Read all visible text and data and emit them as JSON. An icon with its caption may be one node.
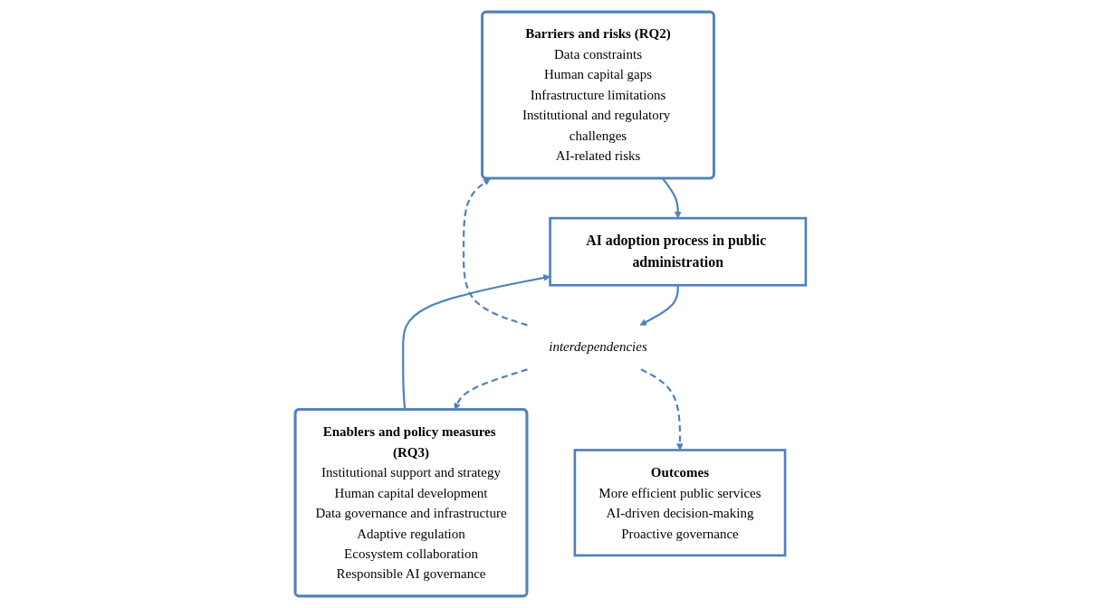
{
  "diagram": {
    "nodes": [
      {
        "text": [
          "Barriers and risks (RQ2)",
          "Data constraints",
          "Human capital gaps",
          "Infrastructure limitations",
          "Institutional and regulatory challenges",
          "AI-related risks"
        ]
      },
      {
        "text": [
          "AI adoption process in public administration"
        ]
      },
      {
        "text": [
          "Enablers and policy measures (RQ3)",
          "Institutional support and strategy",
          "Human capital development",
          "Data governance and infrastructure",
          "Adaptive regulation",
          "Ecosystem collaboration",
          "Responsible AI governance"
        ]
      },
      {
        "text": [
          "Outcomes",
          "More efficient public services",
          "AI-driven decision-making",
          "Proactive governance"
        ]
      },
      {
        "text": [
          "interdependencies"
        ]
      }
    ],
    "edges": [
      {
        "from": 0,
        "to": 1,
        "arrow": "to"
      },
      {
        "from": 2,
        "to": 1,
        "arrow": "to"
      },
      {
        "from": 1,
        "to": 4,
        "arrow": "to"
      },
      {
        "from": 4,
        "to": 0,
        "arrow": "to",
        "style": "dashed"
      },
      {
        "from": 4,
        "to": 2,
        "arrow": "to",
        "style": "dashed"
      },
      {
        "from": 4,
        "to": 3,
        "arrow": "to",
        "style": "dashed"
      }
    ]
  }
}
